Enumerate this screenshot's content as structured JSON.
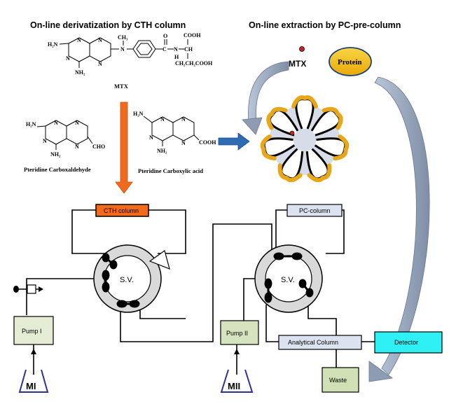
{
  "titles": {
    "left": "On-line derivatization by CTH column",
    "right": "On-line extraction by PC-pre-column"
  },
  "molecules": {
    "mtx": {
      "name": "MTX",
      "nh2_top": "H₂N",
      "n1": "N",
      "n2": "N",
      "n3": "N",
      "n4": "N",
      "nh2_bottom": "NH₂",
      "n_methyl": "N",
      "ch3": "CH₃",
      "o": "O",
      "c": "C",
      "amide_n": "N",
      "h": "H",
      "cooh1": "COOH",
      "ch": "CH",
      "cooh2": "CH₂CH₂COOH"
    },
    "aldehyde": {
      "name": "Pteridine Carboxaldehyde",
      "nh2_top": "H₂N",
      "nh2_bottom": "NH₂",
      "cho": "CHO",
      "n1": "N",
      "n2": "N",
      "n3": "N",
      "n4": "N"
    },
    "acid": {
      "name": "Pteridine Carboxylic acid",
      "nh2_top": "H₂N",
      "nh2_bottom": "NH₂",
      "cooh": "COOH",
      "n1": "N",
      "n2": "N",
      "n3": "N",
      "n4": "N"
    }
  },
  "extraction": {
    "mtx_label": "MTX",
    "protein_label": "Protein"
  },
  "components": {
    "cth_column": "CTH column",
    "pc_column": "PC-column",
    "sv_left": "S.V.",
    "sv_right": "S.V.",
    "pump1": "Pump I",
    "pump2": "Pump II",
    "analytical_column": "Analytical Column",
    "detector": "Detector",
    "waste": "Waste",
    "m1": "MI",
    "m2": "MII"
  },
  "colors": {
    "cth_column": "#f26a1b",
    "orange_arrow": "#f26a1b",
    "blue_arrow": "#2e6bb5",
    "pc_column": "#dbe3f1",
    "analytical_column": "#dbe3f1",
    "detector": "#2ff0f4",
    "pump": "#e4ecd4",
    "waste": "#cfe1b5",
    "valve_ring": "#d9d9d9",
    "protein": "#f4c20d",
    "micelle_fill": "#d6dde9",
    "micelle_shell": "#e8a719",
    "mtx_dot": "#cc1f1f"
  }
}
